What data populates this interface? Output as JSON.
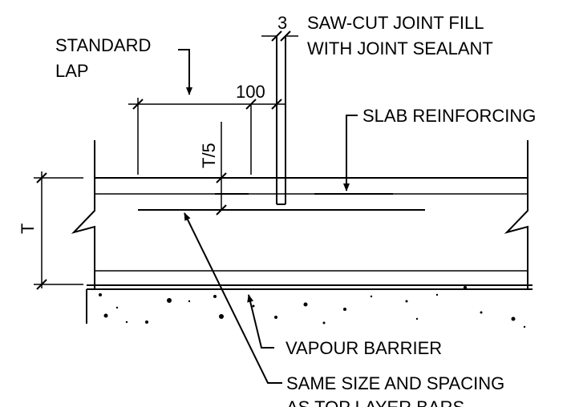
{
  "labels": {
    "joint_width": "3",
    "sawcut_line1": "SAW-CUT JOINT FILL",
    "sawcut_line2": "WITH JOINT SEALANT",
    "standard_lap_line1": "STANDARD",
    "standard_lap_line2": "LAP",
    "lap_offset": "100",
    "slab_reinforcing": "SLAB REINFORCING",
    "top_cover": "T/5",
    "thickness": "T",
    "vapour_barrier": "VAPOUR BARRIER",
    "same_size_line1": "SAME SIZE AND SPACING",
    "same_size_line2": "AS TOP LAYER BARS"
  }
}
